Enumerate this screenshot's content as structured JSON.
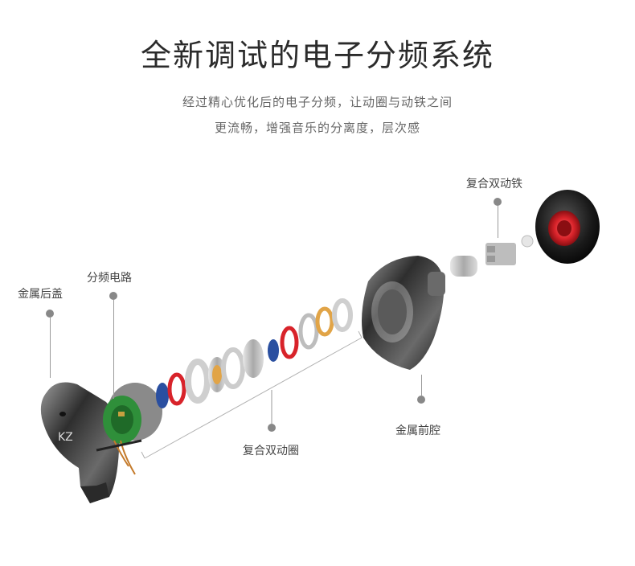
{
  "header": {
    "title": "全新调试的电子分频系统",
    "line1": "经过精心优化后的电子分频，让动圈与动铁之间",
    "line2": "更流畅，增强音乐的分离度，层次感"
  },
  "labels": {
    "metal_back_cover": "金属后盖",
    "crossover_circuit": "分频电路",
    "dual_dynamic": "复合双动圈",
    "metal_front_cavity": "金属前腔",
    "dual_armature": "复合双动铁"
  },
  "colors": {
    "accent_red": "#d8232a",
    "metal_dark": "#3a3a3a",
    "pcb_green": "#2f8f3a"
  }
}
